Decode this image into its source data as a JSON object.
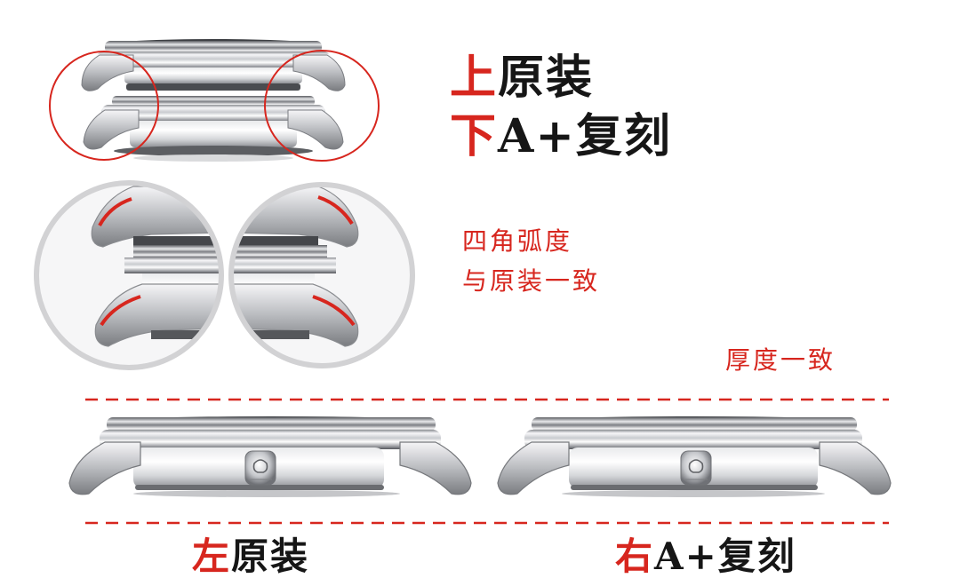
{
  "top_caption": {
    "line1_mark": "上",
    "line1_text": "原装",
    "line2_mark": "下",
    "line2_text": "A+复刻"
  },
  "note_corners": {
    "line1": "四角弧度",
    "line2": "与原装一致"
  },
  "note_thickness": "厚度一致",
  "bottom_left": {
    "mark": "左",
    "text": "原装"
  },
  "bottom_right": {
    "mark": "右",
    "text": "A+复刻"
  },
  "colors": {
    "accent_red": "#d7261e",
    "steel_light": "#f4f4f6",
    "steel_dark": "#6e7075",
    "background": "#ffffff"
  }
}
